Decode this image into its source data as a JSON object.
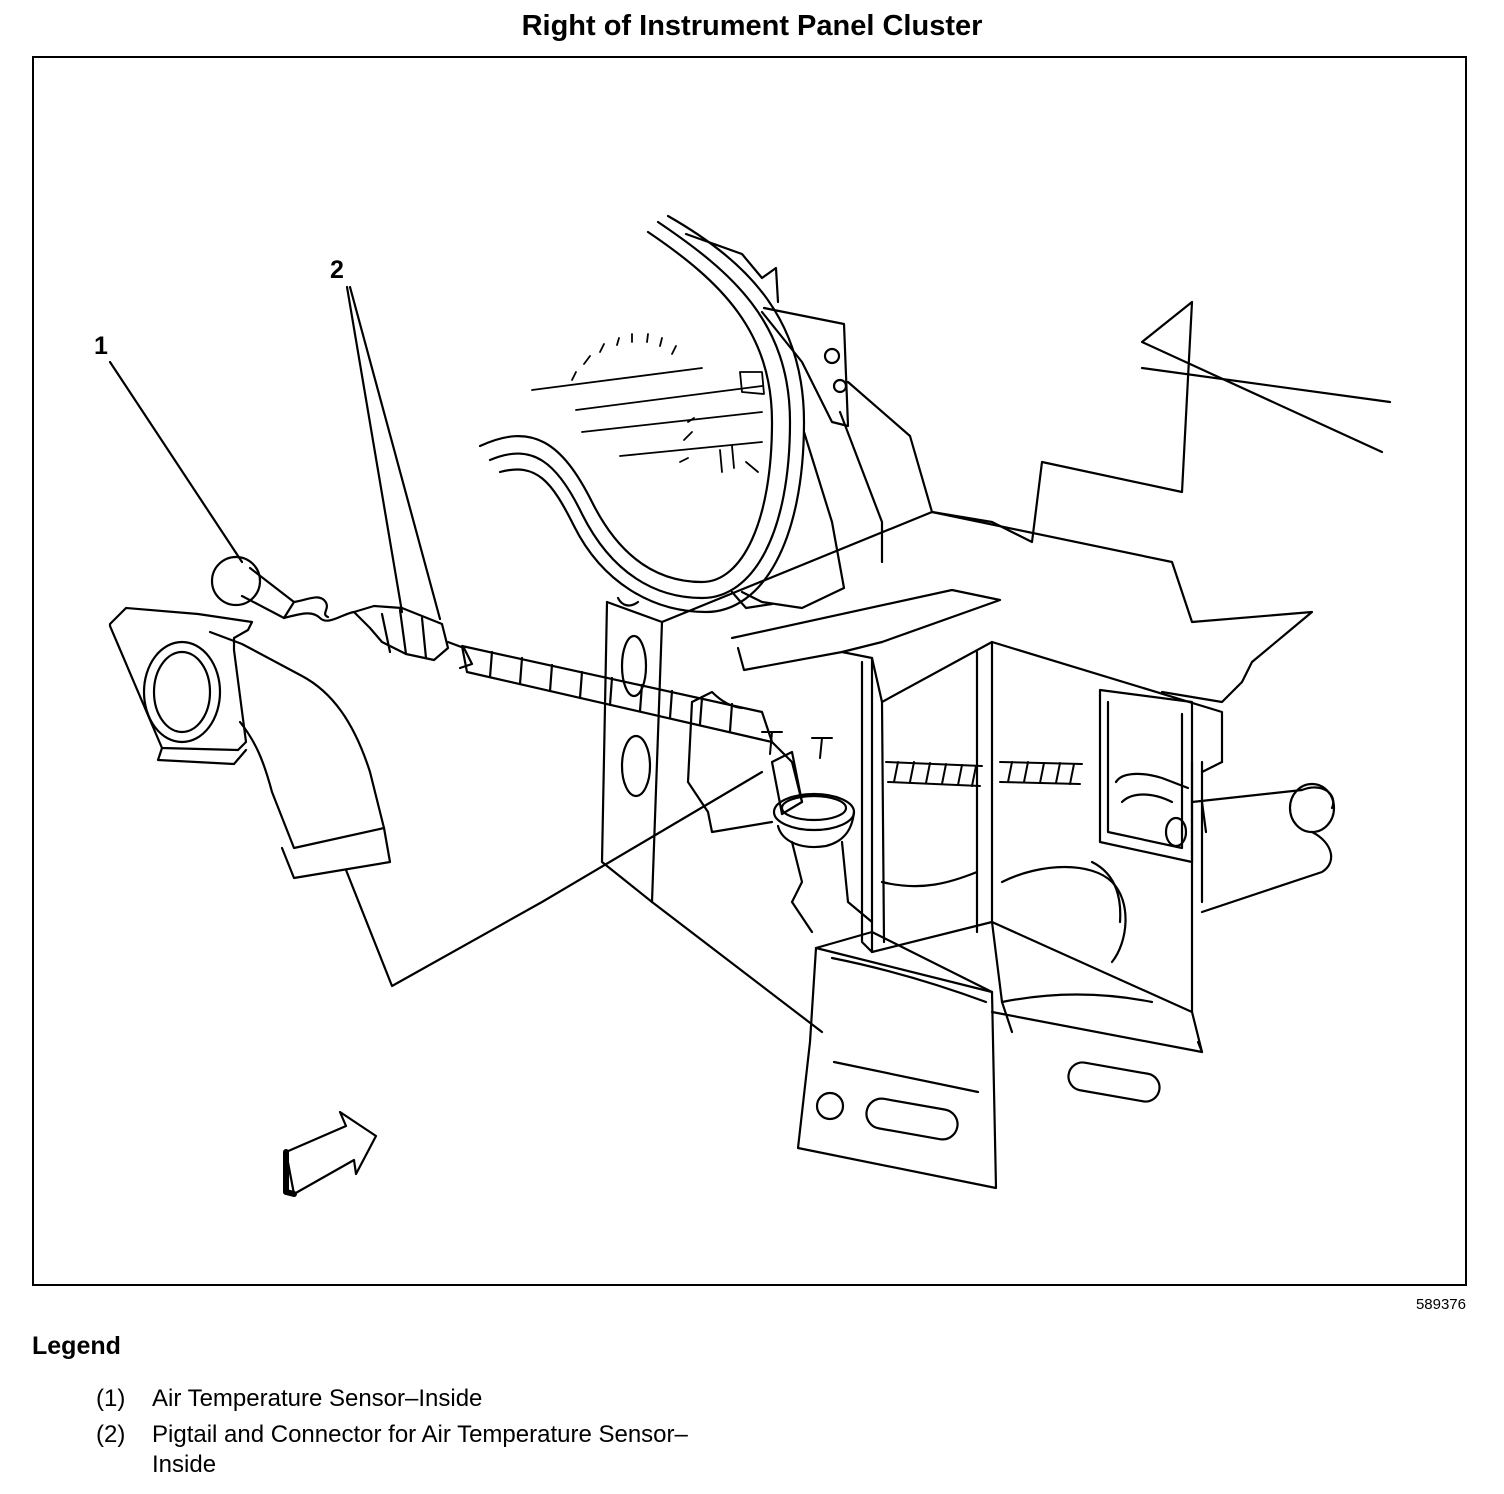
{
  "title": "Right of Instrument Panel Cluster",
  "figure_id": "589376",
  "callouts": {
    "c1": "1",
    "c2": "2"
  },
  "legend": {
    "heading": "Legend",
    "items": [
      {
        "num": "(1)",
        "text": "Air Temperature Sensor–Inside"
      },
      {
        "num": "(2)",
        "text": "Pigtail and Connector for Air Temperature Sensor–Inside"
      }
    ]
  }
}
